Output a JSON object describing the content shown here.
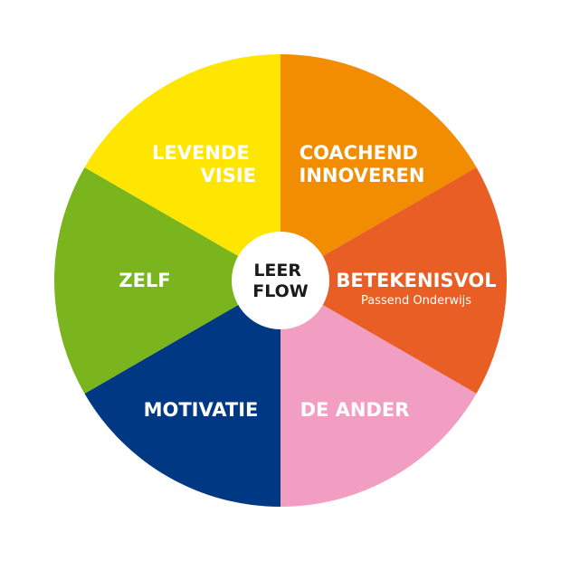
{
  "center": {
    "lines": [
      "LEER",
      "FLOW"
    ],
    "fill": "#ffffff",
    "text_color": "#1a1a1a"
  },
  "segments": [
    {
      "lines": [
        "COACHEND",
        "INNOVEREN"
      ],
      "sub": "",
      "color": "#F28C00"
    },
    {
      "lines": [
        "BETEKENISVOL"
      ],
      "sub": "Passend Onderwijs",
      "color": "#E85E24"
    },
    {
      "lines": [
        "DE ANDER"
      ],
      "sub": "",
      "color": "#F29EC3"
    },
    {
      "lines": [
        "MOTIVATIE"
      ],
      "sub": "",
      "color": "#003883"
    },
    {
      "lines": [
        "ZELF"
      ],
      "sub": "",
      "color": "#7AB51D"
    },
    {
      "lines": [
        "LEVENDE",
        "VISIE"
      ],
      "sub": "",
      "color": "#FFE600"
    }
  ]
}
